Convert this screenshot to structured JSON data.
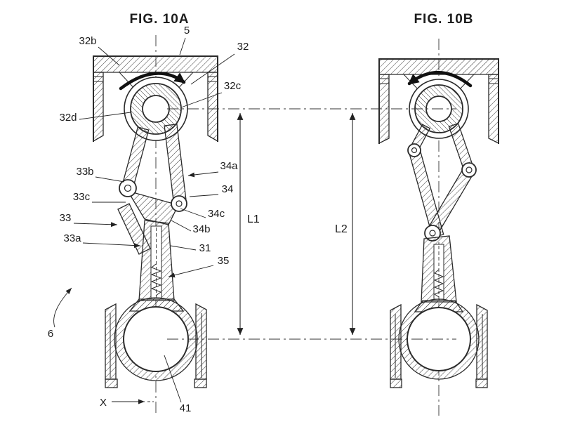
{
  "titles": {
    "fig_a": "FIG. 10A",
    "fig_b": "FIG. 10B"
  },
  "dims": {
    "l1": "L1",
    "l2": "L2"
  },
  "axis": {
    "x": "X"
  },
  "labels": {
    "n5": "5",
    "n6": "6",
    "n31": "31",
    "n32": "32",
    "n32b": "32b",
    "n32c": "32c",
    "n32d": "32d",
    "n33": "33",
    "n33a": "33a",
    "n33b": "33b",
    "n33c": "33c",
    "n34": "34",
    "n34a": "34a",
    "n34b": "34b",
    "n34c": "34c",
    "n35": "35",
    "n41": "41"
  }
}
